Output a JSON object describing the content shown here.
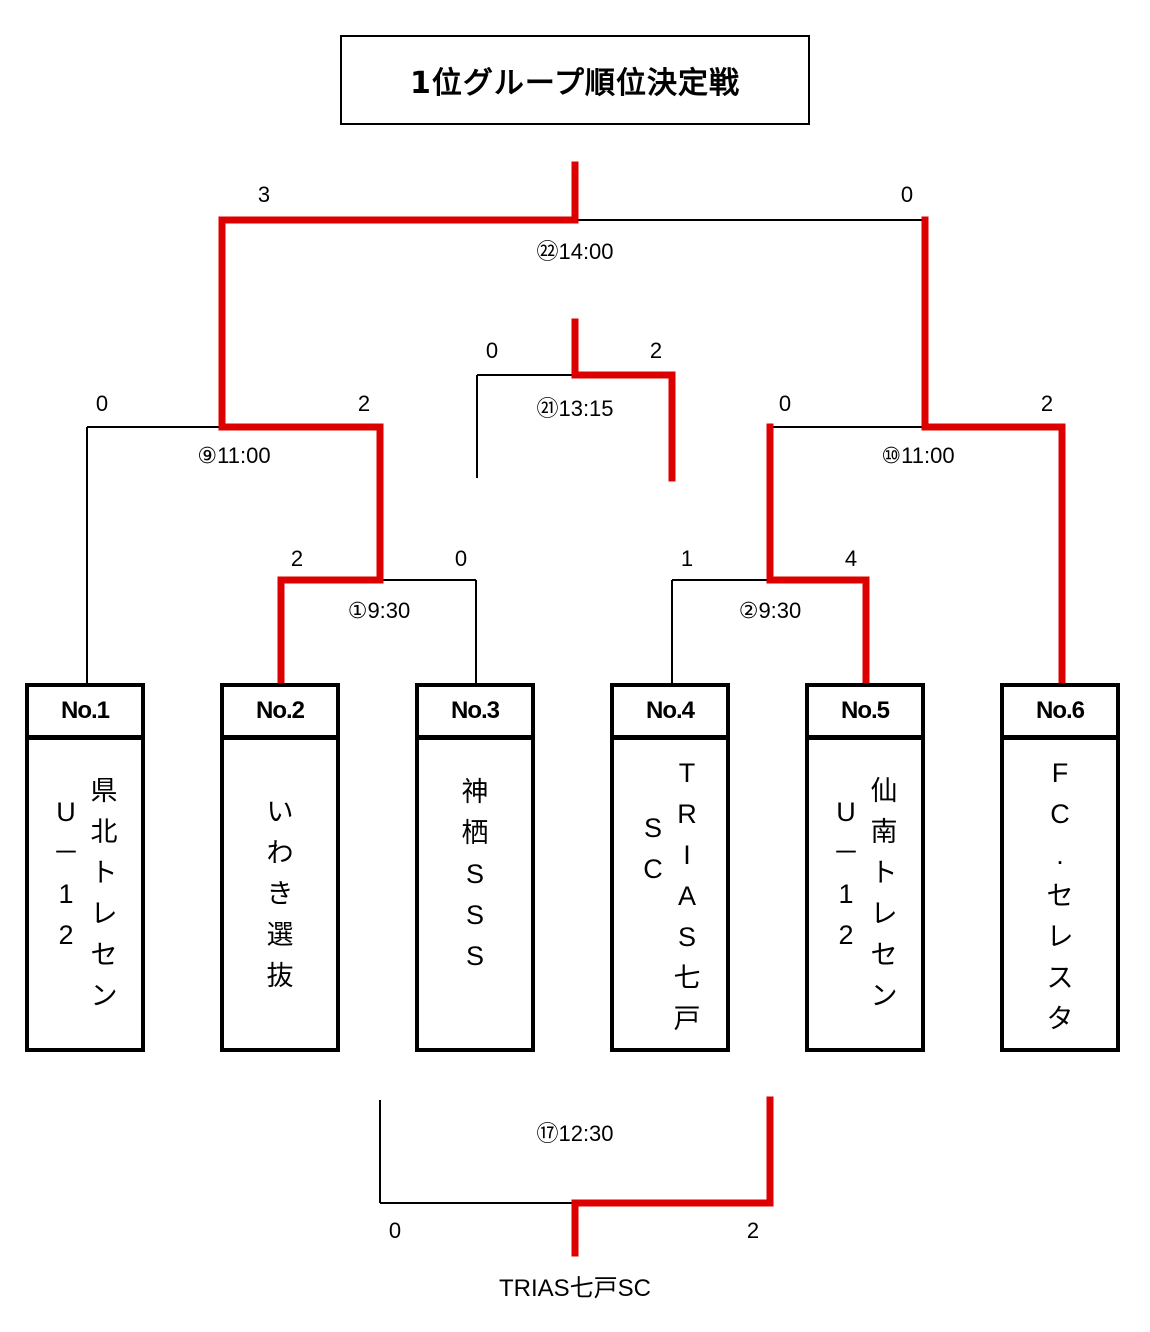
{
  "title": "1位グループ順位決定戦",
  "colors": {
    "winner_line": "#dd0000",
    "loser_line": "#000000"
  },
  "teams": [
    {
      "no": "No.1",
      "name": "県北トレセンU－12",
      "columns": [
        "県北トレセン",
        "U－12"
      ]
    },
    {
      "no": "No.2",
      "name": "いわき選抜",
      "columns": [
        "いわき選抜"
      ]
    },
    {
      "no": "No.3",
      "name": "神栖SSS",
      "columns": [
        "神栖SSS"
      ]
    },
    {
      "no": "No.4",
      "name": "TRIAS七戸SC",
      "columns": [
        "TRIAS七戸",
        "SC"
      ]
    },
    {
      "no": "No.5",
      "name": "仙南トレセンU－12",
      "columns": [
        "仙南トレセン",
        "U－12"
      ]
    },
    {
      "no": "No.6",
      "name": "FC.セレスタ",
      "columns": [
        "FC.セレスタ"
      ]
    }
  ],
  "matches": [
    {
      "id": "m1",
      "label": "①9:30",
      "left_score": "2",
      "right_score": "0",
      "winner": "left",
      "left": "No.2",
      "right": "No.3"
    },
    {
      "id": "m2",
      "label": "②9:30",
      "left_score": "1",
      "right_score": "4",
      "winner": "right",
      "left": "No.4",
      "right": "No.5"
    },
    {
      "id": "m9",
      "label": "⑨11:00",
      "left_score": "0",
      "right_score": "2",
      "winner": "right",
      "left": "No.1",
      "right": "winner ①"
    },
    {
      "id": "m10",
      "label": "⑩11:00",
      "left_score": "0",
      "right_score": "2",
      "winner": "right",
      "left": "winner ②",
      "right": "No.6"
    },
    {
      "id": "m21",
      "label": "㉑13:15",
      "left_score": "0",
      "right_score": "2",
      "winner": "right"
    },
    {
      "id": "m22",
      "label": "㉒14:00",
      "left_score": "3",
      "right_score": "0",
      "winner": "left",
      "left": "winner ⑨",
      "right": "winner ⑩"
    },
    {
      "id": "m17",
      "label": "⑰12:30",
      "left_score": "0",
      "right_score": "2",
      "winner": "right",
      "result": "TRIAS七戸SC"
    }
  ]
}
